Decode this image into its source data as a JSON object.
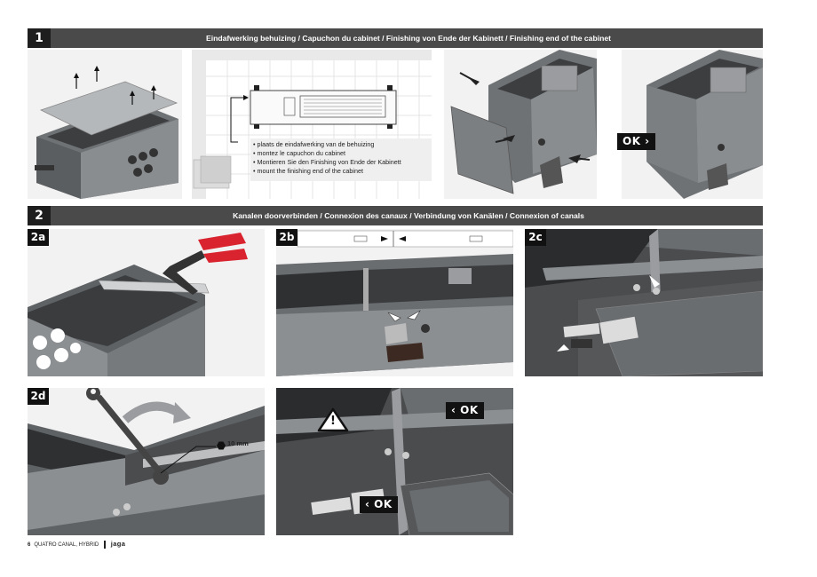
{
  "sections": [
    {
      "number": "1",
      "title": "Eindafwerking behuizing / Capuchon du cabinet / Finishing von Ende der Kabinett / Finishing end of the cabinet"
    },
    {
      "number": "2",
      "title": "Kanalen doorverbinden / Connexion des canaux / Verbindung von Kanälen / Connexion of canals"
    }
  ],
  "step_tags": {
    "a": "2a",
    "b": "2b",
    "c": "2c",
    "d": "2d"
  },
  "ok_labels": {
    "right": "OK ›",
    "left": "‹ OK"
  },
  "caption_lines": [
    "• plaats de eindafwerking van de behuizing",
    "• montez le capuchon du cabinet",
    "• Montieren Sie den Finishing von Ende der Kabinett",
    "• mount the finishing end of the cabinet"
  ],
  "warning_symbol": "!",
  "wrench_size": "10 mm",
  "footer": {
    "page": "6",
    "product": "QUATRO CANAL, HYBRID",
    "brand": "jaga"
  },
  "colors": {
    "bar": "#4a4a4a",
    "tag": "#111111",
    "pliers": "#d9232e",
    "steel": "#8a8d90"
  },
  "icons": [
    "hexagon-bolt-icon",
    "warning-triangle-icon",
    "arrow-icon"
  ]
}
